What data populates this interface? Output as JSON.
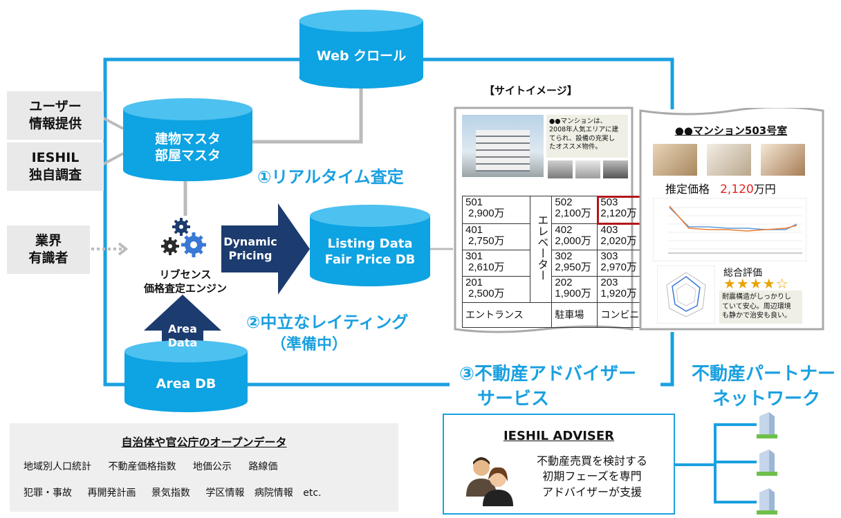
{
  "sources": {
    "web_crawl": "Web クロール",
    "user_info": [
      "ユーザー",
      "情報提供"
    ],
    "ieshil_survey": [
      "IESHIL",
      "独自調査"
    ],
    "experts": [
      "業界",
      "有識者"
    ]
  },
  "master_db": [
    "建物マスタ",
    "部屋マスタ"
  ],
  "engine_label": [
    "リブセンス",
    "価格査定エンジン"
  ],
  "dynamic_pricing": [
    "Dynamic",
    "Pricing"
  ],
  "listing_db": [
    "Listing Data",
    "Fair Price DB"
  ],
  "area_data": [
    "Area",
    "Data"
  ],
  "area_db": "Area DB",
  "features": {
    "realtime": "①リアルタイム査定",
    "rating": "②中立なレイティング",
    "rating_sub": "（準備中）",
    "adviser_service": "③不動産アドバイザー",
    "adviser_service_2": "サービス"
  },
  "site_image": {
    "caption": "【サイトイメージ】",
    "building_desc": [
      "●●マンションは、",
      "2008年人気エリアに建",
      "てられ、設備の充実し",
      "たオススメ物件。"
    ],
    "units": [
      {
        "room": "501",
        "price": "2,900万"
      },
      {
        "room": "502",
        "price": "2,100万"
      },
      {
        "room": "503",
        "price": "2,120万"
      },
      {
        "room": "401",
        "price": "2,750万"
      },
      {
        "room": "402",
        "price": "2,000万"
      },
      {
        "room": "403",
        "price": "2,020万"
      },
      {
        "room": "301",
        "price": "2,610万"
      },
      {
        "room": "302",
        "price": "2,950万"
      },
      {
        "room": "303",
        "price": "2,970万"
      },
      {
        "room": "201",
        "price": "2,500万"
      },
      {
        "room": "202",
        "price": "1,900万"
      },
      {
        "room": "203",
        "price": "1,920万"
      }
    ],
    "elevator": "エレベーター",
    "ground": [
      "エントランス",
      "駐車場",
      "コンビニ"
    ]
  },
  "detail": {
    "title": "●●マンション503号室",
    "price_label": "推定価格",
    "price_value": "2,120",
    "price_unit": "万円",
    "rating_label": "総合評価",
    "stars": "★★★★☆",
    "rating_score": 4,
    "rating_max": 5,
    "comment": [
      "耐震構造がしっかりし",
      "ていて安心。周辺環境",
      "も静かで治安も良い。"
    ]
  },
  "partner": [
    "不動産パートナー",
    "ネットワーク"
  ],
  "adviser_box": {
    "title": "IESHIL ADVISER",
    "text": [
      "不動産売買を検討する",
      "初期フェーズを専門",
      "アドバイザーが支援"
    ]
  },
  "open_data": {
    "title": "自治体や官公庁のオープンデータ",
    "row1": [
      "地域別人口統計",
      "不動産価格指数",
      "地価公示",
      "路線価"
    ],
    "row2": [
      "犯罪・事故",
      "再開発計画",
      "景気指数",
      "学区情報",
      "病院情報",
      "etc."
    ]
  },
  "colors": {
    "cyan": "#1aa0e0",
    "cylinder": "#0ea3e2",
    "navy": "#1c3b6e",
    "red_highlight": "#b3161c",
    "price_red": "#e0261f",
    "star": "#e8a300"
  }
}
